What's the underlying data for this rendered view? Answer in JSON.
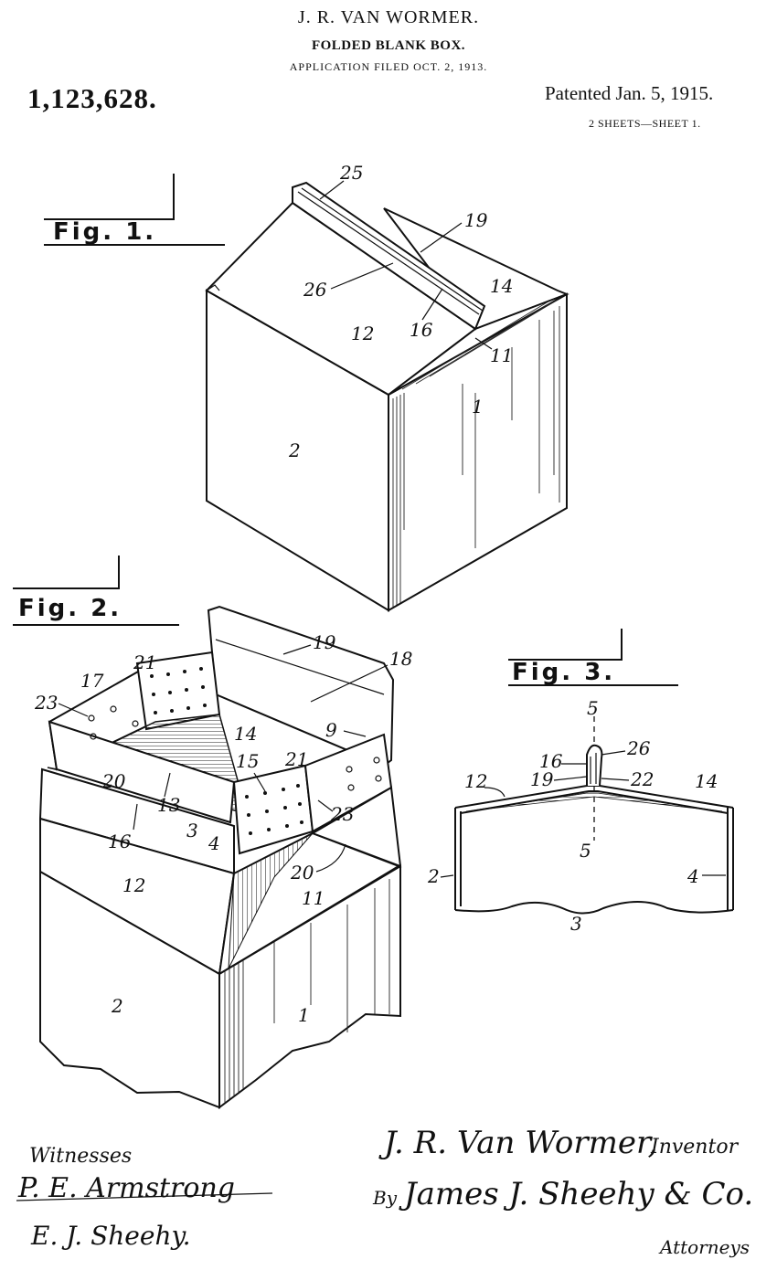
{
  "header": {
    "inventor_name": "J. R. VAN WORMER.",
    "title": "FOLDED BLANK BOX.",
    "application": "APPLICATION FILED OCT. 2, 1913.",
    "patent_number": "1,123,628.",
    "patented": "Patented Jan. 5, 1915.",
    "sheets": "2 SHEETS—SHEET 1."
  },
  "figures": {
    "fig1": {
      "label": "Fig. 1.",
      "refs": {
        "r25": "25",
        "r19": "19",
        "r26": "26",
        "r14": "14",
        "r12": "12",
        "r16": "16",
        "r11": "11",
        "r1": "1",
        "r2": "2"
      }
    },
    "fig2": {
      "label": "Fig. 2.",
      "refs": {
        "r19": "19",
        "r18": "18",
        "r21a": "21",
        "r17": "17",
        "r23a": "23",
        "r9": "9",
        "r14": "14",
        "r15": "15",
        "r21b": "21",
        "r20a": "20",
        "r13": "13",
        "r3": "3",
        "r4": "4",
        "r23b": "23",
        "r16": "16",
        "r20b": "20",
        "r12": "12",
        "r11": "11",
        "r2": "2",
        "r1": "1"
      }
    },
    "fig3": {
      "label": "Fig. 3.",
      "refs": {
        "r5a": "5",
        "r16": "16",
        "r26": "26",
        "r12": "12",
        "r19": "19",
        "r22": "22",
        "r14": "14",
        "r5b": "5",
        "r2": "2",
        "r4": "4",
        "r3": "3"
      }
    }
  },
  "signatures": {
    "witnesses_label": "Witnesses",
    "witness1": "P. E. Armstrong",
    "witness2": "E. J. Sheehy.",
    "inventor_sig": "J. R. Van Wormer,",
    "inventor_label": "Inventor",
    "by": "By",
    "attorney_sig": "James J. Sheehy & Co.",
    "attorneys_label": "Attorneys"
  }
}
